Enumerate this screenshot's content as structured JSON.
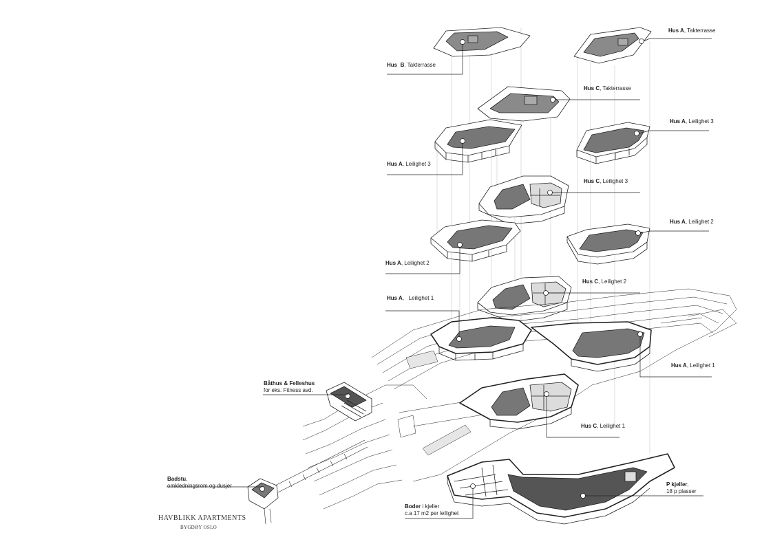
{
  "project": {
    "title": "HAVBLIKK APARTMENTS",
    "subtitle": "BYGDØY OSLO"
  },
  "labels": {
    "hus_b_tak": {
      "name": "Hus",
      "letter": "B",
      "text": ". Takterrasse"
    },
    "hus_a_tak": {
      "name": "Hus A",
      "text": ", Takterrasse"
    },
    "hus_c_tak": {
      "name": "Hus C",
      "text": ", Takterrasse"
    },
    "hus_a_l3_right": {
      "name": "Hus A",
      "text": ", Leilighet 3"
    },
    "hus_a_l3_left": {
      "name": "Hus A",
      "text": ", Leilighet 3"
    },
    "hus_c_l3": {
      "name": "Hus C",
      "text": ", Leilighet 3"
    },
    "hus_a_l2_right": {
      "name": "Hus A",
      "text": ", Leilighet 2"
    },
    "hus_a_l2_left": {
      "name": "Hus A",
      "text": ", Leilighet 2"
    },
    "hus_c_l2": {
      "name": "Hus C",
      "text": ", Leilighet 2"
    },
    "hus_a_l1_left": {
      "name": "Hus A",
      "text": ",   Leilighet 1"
    },
    "hus_a_l1_right": {
      "name": "Hus A",
      "text": ", Leilighet 1"
    },
    "hus_c_l1": {
      "name": "Hus C",
      "text": ", Leilighet 1"
    },
    "bathus": {
      "name": "Båthus & Felleshus",
      "line2": "for eks. Fitness avd."
    },
    "badstu": {
      "name": "Badstu",
      "text": ",",
      "line2": "omkledningsrom og dusjer"
    },
    "boder": {
      "name": "Boder",
      "text": " i kjeller",
      "line2": "c.a 17 m2 per leilighet"
    },
    "pkjeller": {
      "name": "P kjeller",
      "text": ",",
      "line2": "18 p plasser"
    }
  },
  "colors": {
    "line": "#222222",
    "floor_fill": "#7a7a7a",
    "dark_fill": "#555555",
    "light_fill": "#dcdcdc",
    "leader": "#999999"
  }
}
